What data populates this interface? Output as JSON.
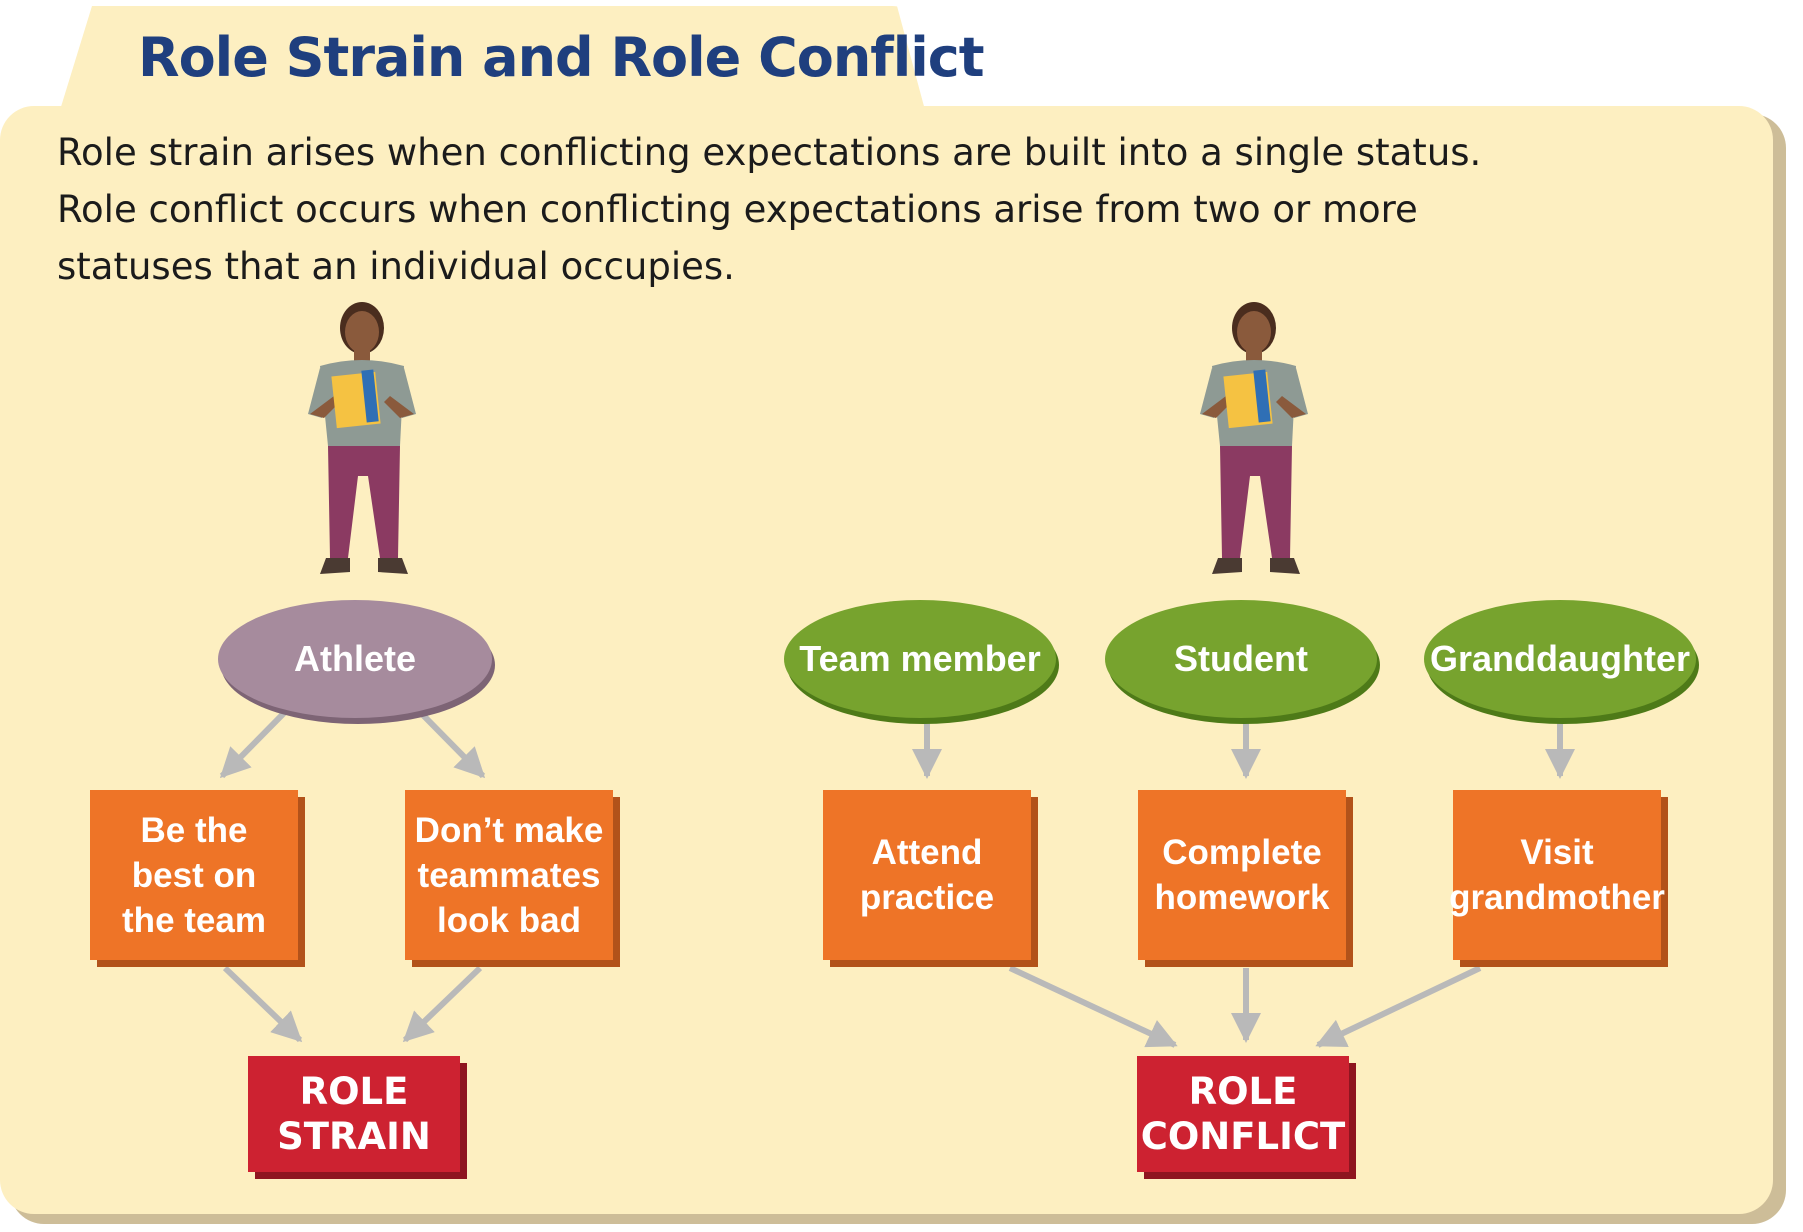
{
  "title": "Role Strain and Role Conflict",
  "intro": {
    "line1": "Role strain arises when conflicting expectations are built into a single status.",
    "line2": "Role conflict occurs when conflicting expectations arise from two or more",
    "line3": "statuses that an individual occupies."
  },
  "role_strain": {
    "status": "Athlete",
    "expectations": [
      "Be the\nbest on\nthe team",
      "Don’t make\nteammates\nlook bad"
    ],
    "result": "ROLE\nSTRAIN"
  },
  "role_conflict": {
    "statuses": [
      "Team\nmember",
      "Student",
      "Granddaughter"
    ],
    "expectations": [
      "Attend\npractice",
      "Complete\nhomework",
      "Visit\ngrandmother"
    ],
    "result": "ROLE\nCONFLICT"
  },
  "colors": {
    "panel": "#fdefc1",
    "title": "#1f3f7e",
    "status_single": "#a68b9d",
    "status_multiple": "#77a32e",
    "expectation": "#ee7427",
    "result": "#cd2231",
    "arrow": "#b9b9b9"
  }
}
